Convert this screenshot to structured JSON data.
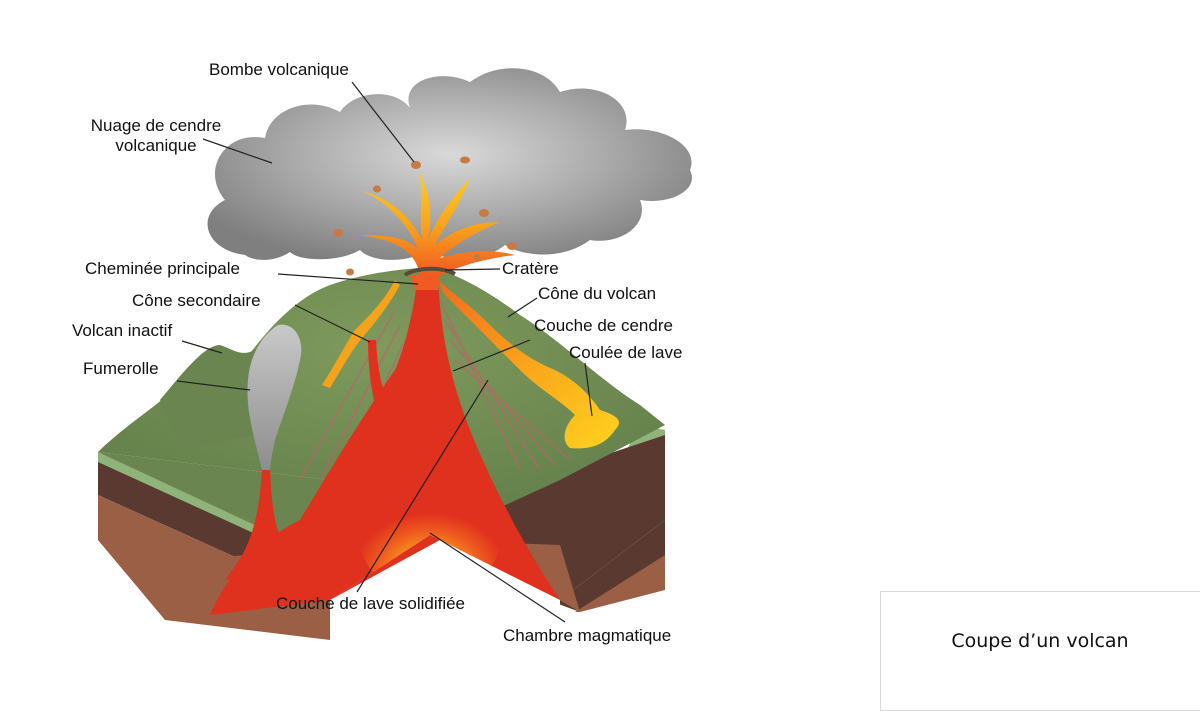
{
  "diagram": {
    "caption": "Coupe d’un volcan",
    "labels": {
      "bombe_volcanique": "Bombe volcanique",
      "nuage_line1": "Nuage de cendre",
      "nuage_line2": "volcanique",
      "cheminee_principale": "Cheminée principale",
      "cone_secondaire": "Cône secondaire",
      "volcan_inactif": "Volcan inactif",
      "fumerolle": "Fumerolle",
      "cratere": "Cratère",
      "cone_du_volcan": "Cône du volcan",
      "couche_de_cendre": "Couche de cendre",
      "coulee_de_lave": "Coulée de lave",
      "couche_de_lave_solidifiee": "Couche de lave solidifiée",
      "chambre_magmatique": "Chambre magmatique"
    },
    "colors": {
      "ash_cloud": "#8f8f8f",
      "cone_green": "#6f8a52",
      "grass_edge": "#8fb47a",
      "soil_dark": "#5a3a30",
      "soil_light": "#9a5f45",
      "magma_red": "#e0301e",
      "lava_orange": "#f7941d",
      "lava_yellow": "#ffd21f"
    }
  }
}
